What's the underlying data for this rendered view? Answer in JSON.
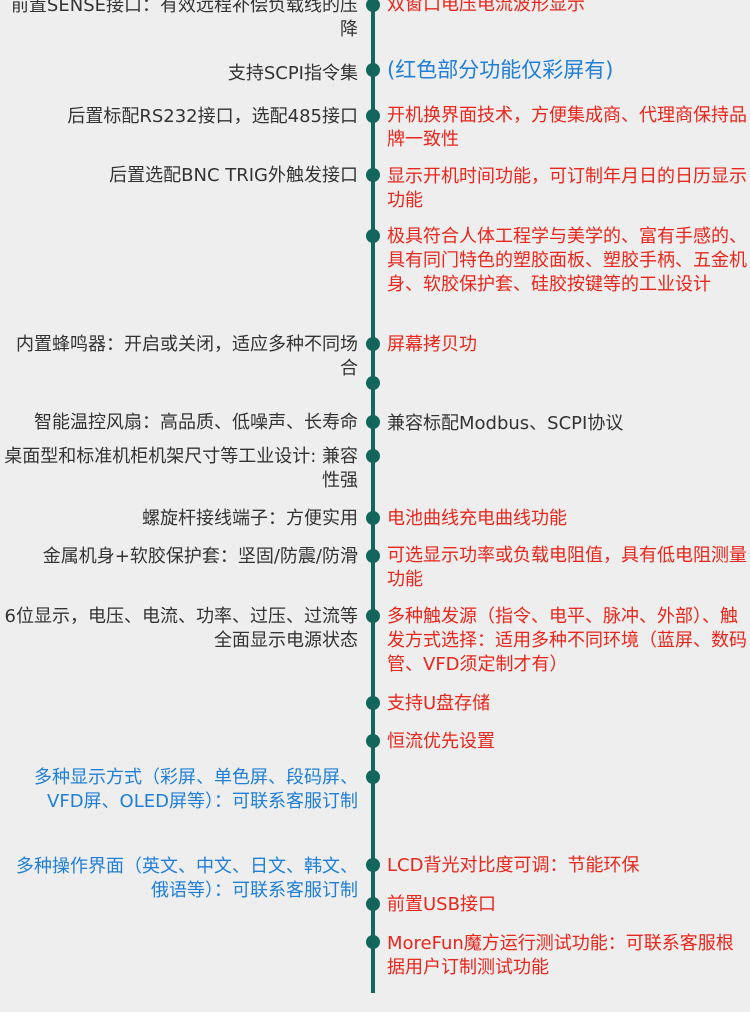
{
  "left_items": [
    {
      "id": "l0",
      "text": "前置SENSE接口：有效远程补偿负载线的压降",
      "color": "dark"
    },
    {
      "id": "l1",
      "text": "支持SCPI指令集",
      "color": "dark"
    },
    {
      "id": "l2",
      "text": "后置标配RS232接口，选配485接口",
      "color": "dark"
    },
    {
      "id": "l3",
      "text": "后置选配BNC TRIG外触发接口",
      "color": "dark"
    },
    {
      "id": "l4",
      "text": "内置蜂鸣器：开启或关闭，适应多种不同场合",
      "color": "dark"
    },
    {
      "id": "l5",
      "text": "智能温控风扇：高品质、低噪声、长寿命",
      "color": "dark"
    },
    {
      "id": "l6",
      "text": "桌面型和标准机柜机架尺寸等工业设计: 兼容性强",
      "color": "dark"
    },
    {
      "id": "l7",
      "text": "螺旋杆接线端子：方便实用",
      "color": "dark"
    },
    {
      "id": "l8",
      "text": "金属机身+软胶保护套：坚固/防震/防滑",
      "color": "dark"
    },
    {
      "id": "l9",
      "text": "6位显示，电压、电流、功率、过压、过流等全面显示电源状态",
      "color": "dark"
    },
    {
      "id": "l10",
      "text": "多种显示方式（彩屏、单色屏、段码屏、VFD屏、OLED屏等）：可联系客服订制",
      "color": "blue"
    },
    {
      "id": "l11",
      "text": "多种操作界面（英文、中文、日文、韩文、俄语等）：可联系客服订制",
      "color": "blue"
    }
  ],
  "right_items": [
    {
      "id": "r0",
      "text": "双窗口电压电流波形显示",
      "color": "red"
    },
    {
      "id": "r1",
      "text": "(红色部分功能仅彩屏有)",
      "color": "blue"
    },
    {
      "id": "r2",
      "text": "开机换界面技术，方便集成商、代理商保持品牌一致性",
      "color": "red"
    },
    {
      "id": "r3",
      "text": "显示开机时间功能，可订制年月日的日历显示功能",
      "color": "red"
    },
    {
      "id": "r4",
      "text": "极具符合人体工程学与美学的、富有手感的、具有同门特色的塑胶面板、塑胶手柄、五金机身、软胶保护套、硅胶按键等的工业设计",
      "color": "red"
    },
    {
      "id": "r5",
      "text": "屏幕拷贝功",
      "color": "red"
    },
    {
      "id": "r6",
      "text": "兼容标配Modbus、SCPI协议",
      "color": "dark"
    },
    {
      "id": "r7",
      "text": "电池曲线充电曲线功能",
      "color": "red"
    },
    {
      "id": "r8",
      "text": "可选显示功率或负载电阻值，具有低电阻测量功能",
      "color": "red"
    },
    {
      "id": "r9",
      "text": "多种触发源（指令、电平、脉冲、外部）、触发方式选择：适用多种不同环境（蓝屏、数码管、VFD须定制才有）",
      "color": "red"
    },
    {
      "id": "r10",
      "text": "支持U盘存储",
      "color": "red"
    },
    {
      "id": "r11",
      "text": "恒流优先设置",
      "color": "red"
    },
    {
      "id": "r12",
      "text": "LCD背光对比度可调：节能环保",
      "color": "red"
    },
    {
      "id": "r13",
      "text": "前置USB接口",
      "color": "red"
    },
    {
      "id": "r14",
      "text": "MoreFun魔方运行测试功能：可联系客服根据用户订制测试功能",
      "color": "red"
    }
  ]
}
